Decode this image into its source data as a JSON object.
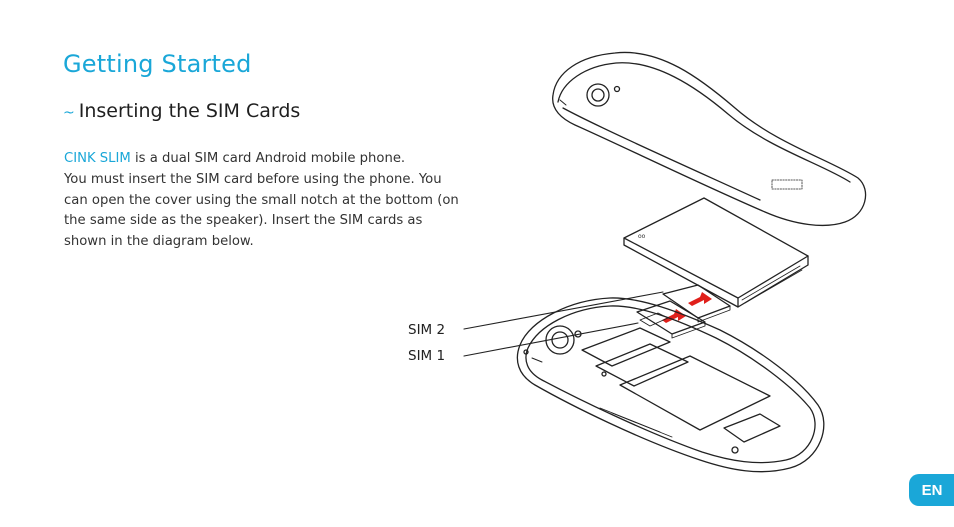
{
  "page": {
    "title": "Getting Started",
    "section": {
      "marker": "~",
      "heading": "Inserting the SIM Cards"
    },
    "body": {
      "brand": "CINK SLIM",
      "line1_rest": " is a dual SIM card Android mobile phone.",
      "rest": "You must insert the SIM card before using the phone. You can open the cover using the small notch at the bottom (on the same side as the speaker). Insert the SIM cards as shown in the diagram below."
    },
    "diagram": {
      "sim2_label": "SIM 2",
      "sim1_label": "SIM 1"
    },
    "language_badge": "EN"
  },
  "colors": {
    "accent": "#1aa7d8",
    "arrow": "#e0201b"
  }
}
